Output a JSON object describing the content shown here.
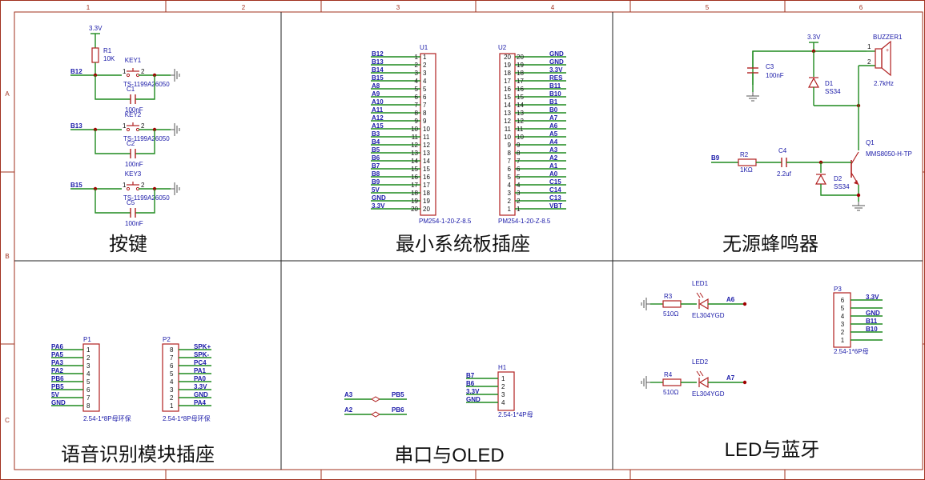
{
  "frame": {
    "cols": [
      "1",
      "2",
      "3",
      "4",
      "5",
      "6"
    ],
    "rows": [
      "A",
      "B",
      "C"
    ]
  },
  "panels": {
    "keys": {
      "title": "按键",
      "vcc": "3.3V",
      "r1_ref": "R1",
      "r1_val": "10K",
      "buttons": [
        {
          "net": "B12",
          "ref": "KEY1",
          "part": "TS-1199A26050",
          "cap_ref": "C1",
          "cap_val": "100nF"
        },
        {
          "net": "B13",
          "ref": "KEY2",
          "part": "TS-1199A26050",
          "cap_ref": "C2",
          "cap_val": "100nF"
        },
        {
          "net": "B15",
          "ref": "KEY3",
          "part": "TS-1199A26050",
          "cap_ref": "C5",
          "cap_val": "100nF"
        }
      ]
    },
    "board": {
      "title": "最小系统板插座",
      "u1_ref": "U1",
      "u2_ref": "U2",
      "footprint": "PM254-1-20-Z-8.5",
      "u1_nets": [
        "B12",
        "B13",
        "B14",
        "B15",
        "A8",
        "A9",
        "A10",
        "A11",
        "A12",
        "A15",
        "B3",
        "B4",
        "B5",
        "B6",
        "B7",
        "B8",
        "B9",
        "5V",
        "GND",
        "3.3V"
      ],
      "u2_nets": [
        "GND",
        "GND",
        "3.3V",
        "RES",
        "B11",
        "B10",
        "B1",
        "B0",
        "A7",
        "A6",
        "A5",
        "A4",
        "A3",
        "A2",
        "A1",
        "A0",
        "C15",
        "C14",
        "C13",
        "VBT"
      ]
    },
    "buzzer": {
      "title": "无源蜂鸣器",
      "vcc": "3.3V",
      "buzzer_ref": "BUZZER1",
      "buzzer_freq": "2.7kHz",
      "c3_ref": "C3",
      "c3_val": "100nF",
      "d1_ref": "D1",
      "d1_val": "SS34",
      "d2_ref": "D2",
      "d2_val": "SS34",
      "q1_ref": "Q1",
      "q1_val": "MMS8050-H-TP",
      "r2_ref": "R2",
      "r2_val": "1KΩ",
      "c4_ref": "C4",
      "c4_val": "2.2uf",
      "net_in": "B9"
    },
    "voice": {
      "title": "语音识别模块插座",
      "p1_ref": "P1",
      "p2_ref": "P2",
      "p1_nets": [
        "PA6",
        "PA5",
        "PA3",
        "PA2",
        "PB6",
        "PB5",
        "5V",
        "GND"
      ],
      "p1_pins": [
        "1",
        "2",
        "3",
        "4",
        "5",
        "6",
        "7",
        "8"
      ],
      "p2_nets": [
        "SPK+",
        "SPK-",
        "PC4",
        "PA1",
        "PA0",
        "3.3V",
        "GND",
        "PA4"
      ],
      "p2_pins": [
        "8",
        "7",
        "6",
        "5",
        "4",
        "3",
        "2",
        "1"
      ],
      "footprint": "2.54-1*8P母环保"
    },
    "uart": {
      "title": "串口与OLED",
      "links": [
        {
          "left": "A3",
          "right": "PB5"
        },
        {
          "left": "A2",
          "right": "PB6"
        }
      ],
      "h1_ref": "H1",
      "h1_nets": [
        "B7",
        "B6",
        "3.3V",
        "GND"
      ],
      "h1_pins": [
        "1",
        "2",
        "3",
        "4"
      ],
      "footprint": "2.54-1*4P母"
    },
    "led": {
      "title": "LED与蓝牙",
      "leds": [
        {
          "r_ref": "R3",
          "r_val": "510Ω",
          "led_ref": "LED1",
          "led_part": "EL304YGD",
          "net": "A6"
        },
        {
          "r_ref": "R4",
          "r_val": "510Ω",
          "led_ref": "LED2",
          "led_part": "EL304YGD",
          "net": "A7"
        }
      ],
      "p3_ref": "P3",
      "p3_pins": [
        "6",
        "5",
        "4",
        "3",
        "2",
        "1"
      ],
      "p3_nets": [
        "3.3V",
        "",
        "GND",
        "B11",
        "B10",
        ""
      ],
      "p3_footprint": "2.54-1*6P母"
    }
  }
}
